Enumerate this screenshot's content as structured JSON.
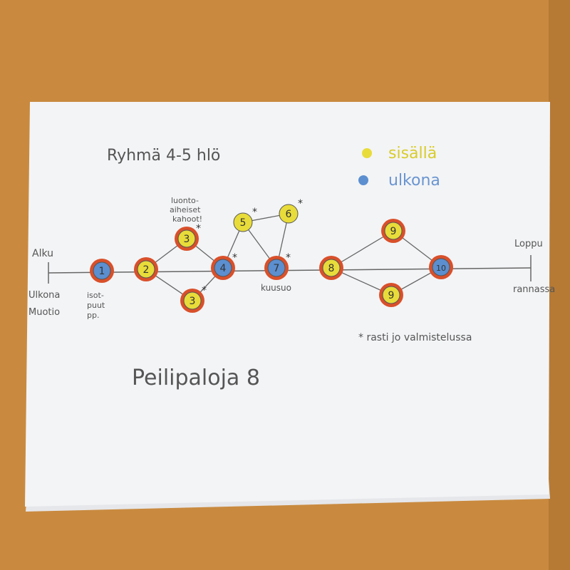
{
  "title": "Ryhmä 4-5 hlö",
  "legend": [
    {
      "label": "sisällä",
      "color": "#e8dc3a",
      "text_color": "#d8cc2a"
    },
    {
      "label": "ulkona",
      "color": "#5b8fd0",
      "text_color": "#6a95d0"
    }
  ],
  "start": {
    "label": "Alku",
    "sublabel_1": "Ulkona",
    "sublabel_2": "Muotio"
  },
  "end": {
    "label": "Loppu",
    "sublabel": "rannassa"
  },
  "nodes": [
    {
      "id": "n1",
      "number": "1",
      "type": "ulkona",
      "starred": false
    },
    {
      "id": "n2",
      "number": "2",
      "type": "sisällä",
      "starred": false
    },
    {
      "id": "n3a",
      "number": "3",
      "type": "sisällä",
      "starred": true
    },
    {
      "id": "n3b",
      "number": "3",
      "type": "sisällä",
      "starred": true
    },
    {
      "id": "n4",
      "number": "4",
      "type": "ulkona",
      "starred": true
    },
    {
      "id": "n5",
      "number": "5",
      "type": "sisällä",
      "starred": true
    },
    {
      "id": "n6",
      "number": "6",
      "type": "sisällä",
      "starred": true
    },
    {
      "id": "n7",
      "number": "7",
      "type": "ulkona",
      "starred": true
    },
    {
      "id": "n8",
      "number": "8",
      "type": "sisällä",
      "starred": false
    },
    {
      "id": "n9a",
      "number": "9",
      "type": "sisällä",
      "starred": false
    },
    {
      "id": "n9b",
      "number": "9",
      "type": "sisällä",
      "starred": false
    },
    {
      "id": "n10",
      "number": "10",
      "type": "ulkona",
      "starred": false
    }
  ],
  "edges": [
    [
      "n2",
      "n3a"
    ],
    [
      "n2",
      "n3b"
    ],
    [
      "n3a",
      "n4"
    ],
    [
      "n3b",
      "n4"
    ],
    [
      "n4",
      "n5"
    ],
    [
      "n5",
      "n6"
    ],
    [
      "n5",
      "n7"
    ],
    [
      "n6",
      "n7"
    ],
    [
      "n8",
      "n9a"
    ],
    [
      "n8",
      "n9b"
    ],
    [
      "n9a",
      "n10"
    ],
    [
      "n9b",
      "n10"
    ]
  ],
  "annotations": {
    "n1_note": [
      "isot-",
      "puut",
      "pp."
    ],
    "n3_note": [
      "luonto-",
      "aiheiset",
      "kahoot!"
    ],
    "n7_note": "kuusuo"
  },
  "footnote": "* rasti jo valmistelussa",
  "bottom_text": "Peilipaloja 8",
  "colors": {
    "wood": "#c98a3f",
    "paper": "#f3f4f6",
    "ring": "#d9502a",
    "pencil": "#555555"
  }
}
